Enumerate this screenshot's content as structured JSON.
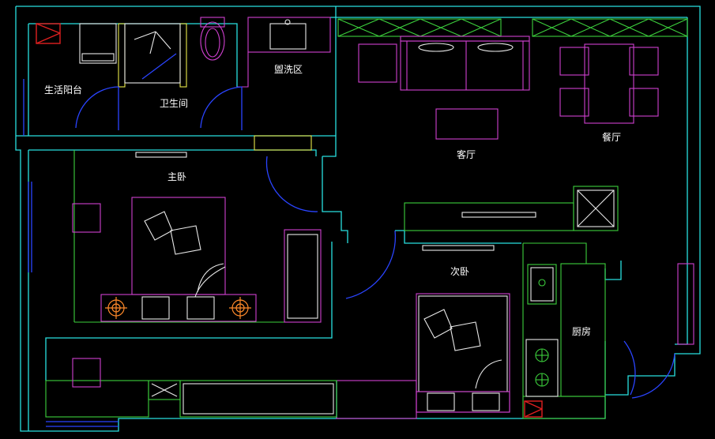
{
  "rooms": {
    "utility_balcony": "生活阳台",
    "bathroom": "卫生间",
    "washing_area": "盥洗区",
    "living_room": "客厅",
    "dining_room": "餐厅",
    "master_bedroom": "主卧",
    "second_bedroom": "次卧",
    "kitchen": "厨房"
  }
}
